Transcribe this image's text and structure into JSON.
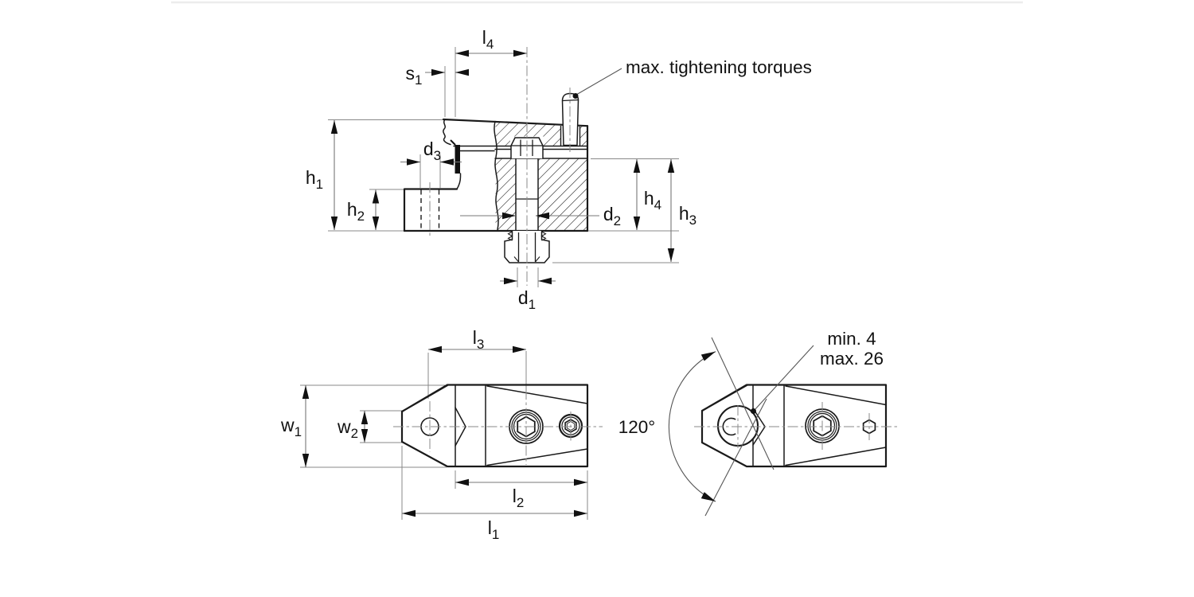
{
  "drawing": {
    "type": "technical-drawing",
    "callouts": {
      "torque": "max. tightening torques",
      "angle": "120°",
      "grip_min": "min. 4",
      "grip_max": "max. 26"
    },
    "dims": {
      "l4": {
        "base": "l",
        "sub": "4"
      },
      "s1": {
        "base": "s",
        "sub": "1"
      },
      "d3": {
        "base": "d",
        "sub": "3"
      },
      "h1": {
        "base": "h",
        "sub": "1"
      },
      "h2": {
        "base": "h",
        "sub": "2"
      },
      "d2": {
        "base": "d",
        "sub": "2"
      },
      "h4": {
        "base": "h",
        "sub": "4"
      },
      "h3": {
        "base": "h",
        "sub": "3"
      },
      "d1": {
        "base": "d",
        "sub": "1"
      },
      "l3": {
        "base": "l",
        "sub": "3"
      },
      "l2": {
        "base": "l",
        "sub": "2"
      },
      "l1": {
        "base": "l",
        "sub": "1"
      },
      "w1": {
        "base": "w",
        "sub": "1"
      },
      "w2": {
        "base": "w",
        "sub": "2"
      }
    }
  }
}
